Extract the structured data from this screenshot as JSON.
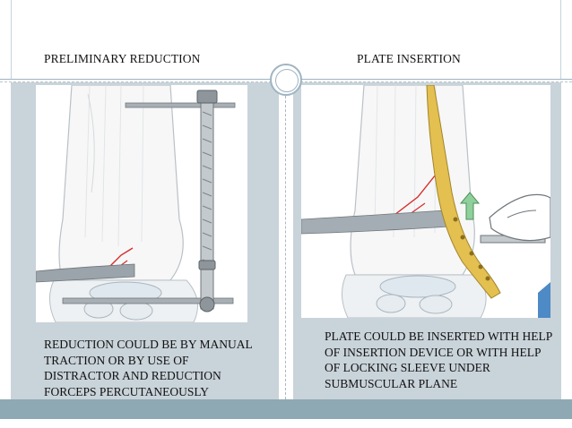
{
  "slide": {
    "left_heading": "PRELIMINARY REDUCTION",
    "right_heading": "PLATE INSERTION",
    "left_caption": "REDUCTION COULD BE BY MANUAL TRACTION OR BY USE OF DISTRACTOR  AND REDUCTION FORCEPS PERCUTANEOUSLY",
    "right_caption": "PLATE COULD BE INSERTED WITH HELP OF INSERTION DEVICE OR WITH HELP OF LOCKING SLEEVE UNDER SUBMUSCULAR PLANE"
  },
  "colors": {
    "panel": "#c9d3da",
    "footer": "#8fa9b4",
    "fracture": "#d62b2b",
    "plate": "#e3c050",
    "arrow": "#8fcf9b"
  }
}
